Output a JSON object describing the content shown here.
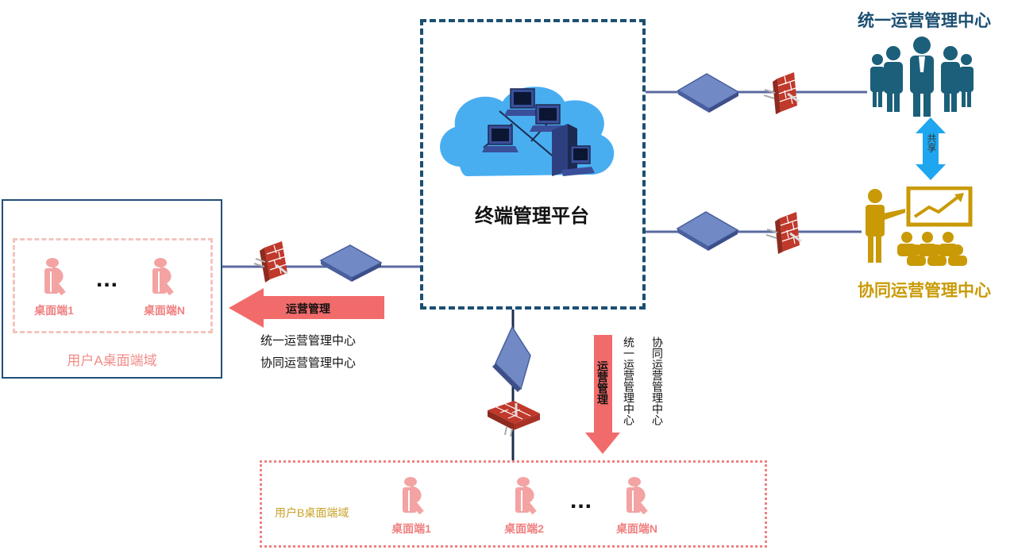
{
  "platform": {
    "title": "终端管理平台"
  },
  "unified_center": {
    "title": "统一运营管理中心"
  },
  "collab_center": {
    "title": "协同运营管理中心"
  },
  "share_label": "共享",
  "domain_a": {
    "label": "用户A桌面端域",
    "desktops": [
      "桌面端1",
      "桌面端N"
    ],
    "ellipsis": "..."
  },
  "domain_b": {
    "label": "用户B桌面端域",
    "desktops": [
      "桌面端1",
      "桌面端2",
      "桌面端N"
    ],
    "ellipsis": "..."
  },
  "left_arrow": {
    "label": "运营管理",
    "lines": [
      "统一运营管理中心",
      "协同运营管理中心"
    ]
  },
  "down_arrow": {
    "label": "运营管理",
    "lines": [
      "统一运营管理中心",
      "协同运营管理中心"
    ]
  },
  "colors": {
    "platform_border": "#1b4f72",
    "unified": "#1b4f72",
    "collab": "#c99a06",
    "arrow": "#f26b6b",
    "desktop": "#f4a3a3",
    "switch": "#7189c4",
    "cloud": "#49aef0",
    "line": "#5a6aa0"
  }
}
